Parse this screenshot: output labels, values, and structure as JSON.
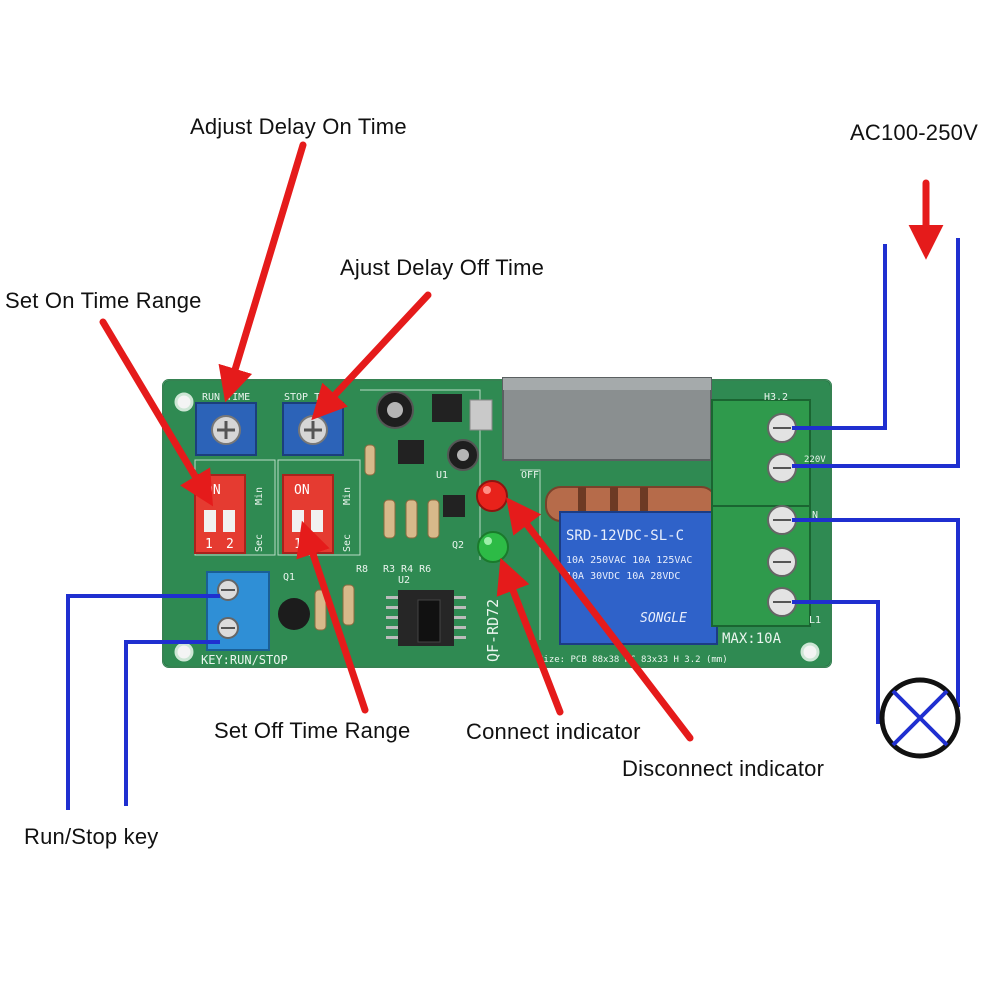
{
  "labels": {
    "adjust_delay_on": "Adjust Delay On Time",
    "adjust_delay_off": "Ajust Delay Off Time",
    "set_on_range": "Set On Time Range",
    "set_off_range": "Set Off Time Range",
    "connect_indicator": "Connect indicator",
    "disconnect_indicator": "Disconnect indicator",
    "run_stop_key": "Run/Stop key",
    "ac_input": "AC100-250V"
  },
  "board": {
    "run_time": "RUN TIME",
    "stop_time": "STOP TIME",
    "on": "ON",
    "dip_1": "1",
    "dip_2": "2",
    "min": "Min",
    "sec": "Sec",
    "key_label": "KEY:RUN/STOP",
    "model": "QF-RD72",
    "off": "OFF",
    "h32": "H3.2",
    "relay_line1": "SRD-12VDC-SL-C",
    "relay_line2": "10A 250VAC 10A 125VAC",
    "relay_line3": "10A 30VDC 10A 28VDC",
    "relay_brand": "SONGLE",
    "max_current": "MAX:10A",
    "size_text": "Size: PCB 88x38 HC 83x33 H 3.2 (mm)",
    "term_n": "N",
    "term_l1": "L1",
    "term_220v": "220V",
    "q2": "Q2",
    "q1": "Q1",
    "u1": "U1",
    "u2": "U2",
    "r_labels": "R3 R4 R6",
    "r8": "R8"
  },
  "colors": {
    "arrow": "#e51b1b",
    "wire": "#1f2fd0",
    "pcb": "#2f8a52",
    "pot": "#2c63b8",
    "dip": "#e53b31",
    "terminal_blue": "#2f8fd6",
    "terminal_green": "#2f9a4c",
    "relay": "#2f62c9"
  }
}
